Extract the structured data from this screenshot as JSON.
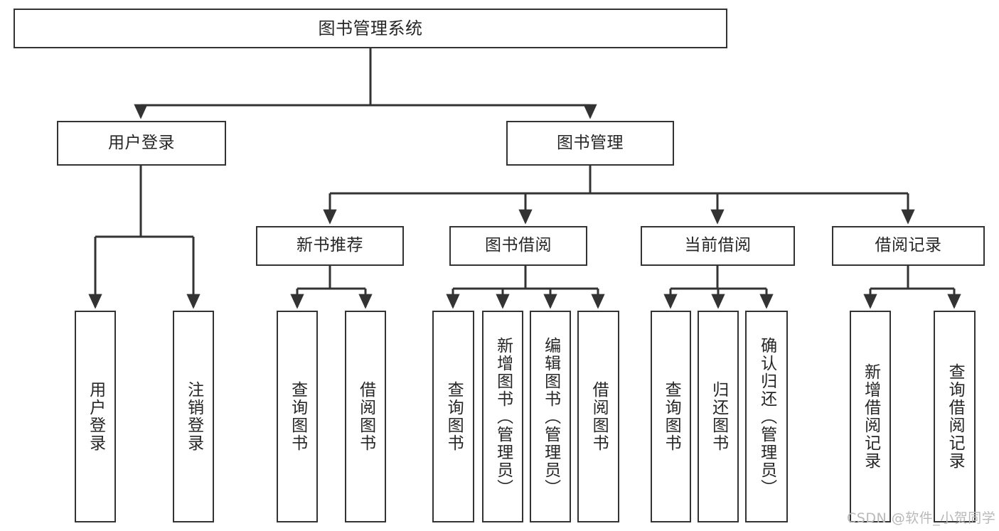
{
  "diagram": {
    "type": "tree-hierarchy-chart",
    "title_node": {
      "label": "图书管理系统"
    },
    "level2": [
      {
        "id": "user-login",
        "label": "用户登录"
      },
      {
        "id": "book-management",
        "label": "图书管理"
      }
    ],
    "level3": [
      {
        "id": "new-book-recommend",
        "label": "新书推荐"
      },
      {
        "id": "book-borrow",
        "label": "图书借阅"
      },
      {
        "id": "current-borrow",
        "label": "当前借阅"
      },
      {
        "id": "borrow-record",
        "label": "借阅记录"
      }
    ],
    "leaves": {
      "user_login": [
        {
          "id": "leaf-user-login",
          "label": "用户登录"
        },
        {
          "id": "leaf-logout-login",
          "label": "注销登录"
        }
      ],
      "new_book_recommend": [
        {
          "id": "leaf-query-book-1",
          "label": "查询图书"
        },
        {
          "id": "leaf-borrow-book-1",
          "label": "借阅图书"
        }
      ],
      "book_borrow": [
        {
          "id": "leaf-query-book-2",
          "label": "查询图书"
        },
        {
          "id": "leaf-add-book",
          "label": "新增图书（管理员）"
        },
        {
          "id": "leaf-edit-book",
          "label": "编辑图书（管理员）"
        },
        {
          "id": "leaf-borrow-book-2",
          "label": "借阅图书"
        }
      ],
      "current_borrow": [
        {
          "id": "leaf-query-book-3",
          "label": "查询图书"
        },
        {
          "id": "leaf-return-book",
          "label": "归还图书"
        },
        {
          "id": "leaf-confirm-return",
          "label": "确认归还（管理员）"
        }
      ],
      "borrow_record": [
        {
          "id": "leaf-add-borrow-record",
          "label": "新增借阅记录"
        },
        {
          "id": "leaf-query-borrow-record",
          "label": "查询借阅记录"
        }
      ]
    }
  },
  "watermark": {
    "text": "CSDN @软件_小贺同学"
  },
  "colors": {
    "stroke": "#333333",
    "fill": "#ffffff",
    "text": "#262626",
    "watermark": "#b9b9b9"
  }
}
